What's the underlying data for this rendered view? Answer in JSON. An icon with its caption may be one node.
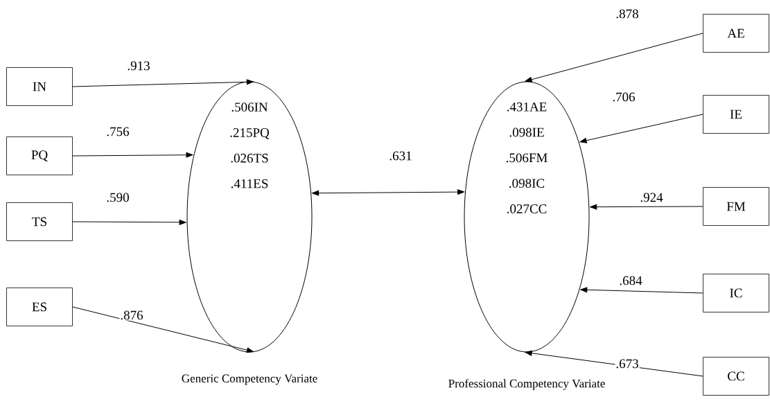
{
  "diagram": {
    "nodes": [
      {
        "text": [
          "IN"
        ]
      },
      {
        "text": [
          "PQ"
        ]
      },
      {
        "text": [
          "TS"
        ]
      },
      {
        "text": [
          "ES"
        ]
      },
      {
        "text": [
          ".506IN",
          ".215PQ",
          ".026TS",
          ".411ES"
        ],
        "beside": [
          "Generic Competency Variate"
        ]
      },
      {
        "text": [
          ".431AE",
          ".098IE",
          ".506FM",
          ".098IC",
          ".027CC"
        ],
        "beside": [
          "Professional Competency Variate"
        ]
      },
      {
        "text": [
          "AE"
        ]
      },
      {
        "text": [
          "IE"
        ]
      },
      {
        "text": [
          "FM"
        ]
      },
      {
        "text": [
          "IC"
        ]
      },
      {
        "text": [
          "CC"
        ]
      }
    ],
    "edges": [
      {
        "from": 0,
        "to": 4,
        "arrow": "to",
        "label": ".913"
      },
      {
        "from": 1,
        "to": 4,
        "arrow": "to",
        "label": ".756"
      },
      {
        "from": 2,
        "to": 4,
        "arrow": "to",
        "label": ".590"
      },
      {
        "from": 3,
        "to": 4,
        "arrow": "to",
        "label": ".876"
      },
      {
        "from": 4,
        "to": 5,
        "arrow": "both",
        "label": ".631"
      },
      {
        "from": 6,
        "to": 5,
        "arrow": "to",
        "label": ".878"
      },
      {
        "from": 7,
        "to": 5,
        "arrow": "to",
        "label": ".706"
      },
      {
        "from": 8,
        "to": 5,
        "arrow": "to",
        "label": ".924"
      },
      {
        "from": 9,
        "to": 5,
        "arrow": "to",
        "label": ".684"
      },
      {
        "from": 10,
        "to": 5,
        "arrow": "to",
        "label": ".673"
      }
    ]
  }
}
